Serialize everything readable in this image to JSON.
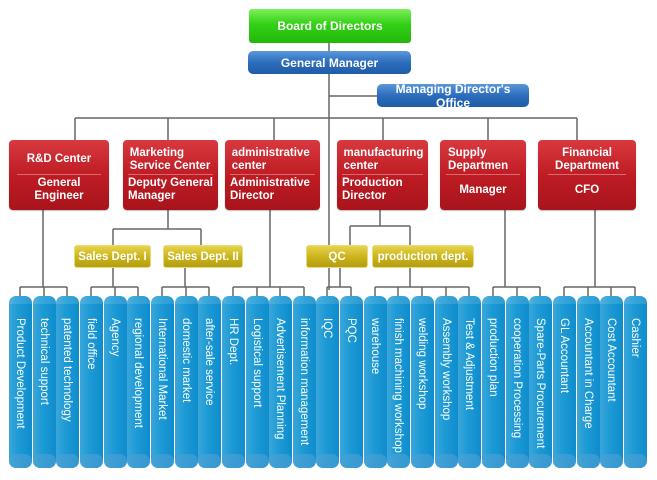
{
  "chart": {
    "root": "Board of Directors",
    "general_manager": "General Manager",
    "md_office": "Managing Director's Office",
    "divisions": [
      {
        "name": "R&D Center",
        "head": "General Engineer"
      },
      {
        "name": "Marketing Service Center",
        "head": "Deputy General Manager"
      },
      {
        "name": "administrative center",
        "head": "Administrative Director"
      },
      {
        "name": "manufacturing center",
        "head": "Production Director"
      },
      {
        "name": "Supply Departmen",
        "head": "Manager"
      },
      {
        "name": "Financial Department",
        "head": "CFO"
      }
    ],
    "sub_departments": [
      "Sales Dept. I",
      "Sales Dept. II",
      "QC",
      "production dept."
    ],
    "units": [
      "Product Development",
      "technical support",
      "patented technology",
      "field office",
      "Agency",
      "regional development",
      "International Market",
      "domestic market",
      "after-sale service",
      "HR Dept.",
      "Logistical support",
      "Advertisement Planning",
      "information management",
      "IQC",
      "PQC",
      "warehouse",
      "finish machining workshop",
      "welding workshop",
      "Assembly workshop",
      "Test & Adjustment",
      "production plan",
      "cooperation Processing",
      "Spare-Parts Procurement",
      "GL Accountant",
      "Accountant in Charge",
      "Cost Accountant",
      "Cashier"
    ]
  },
  "colors": {
    "board": "#33d016",
    "management": "#2c6dbd",
    "division": "#bf1c24",
    "sub_department": "#c9b21a",
    "unit": "#1d9bd6",
    "connector": "#666666"
  }
}
